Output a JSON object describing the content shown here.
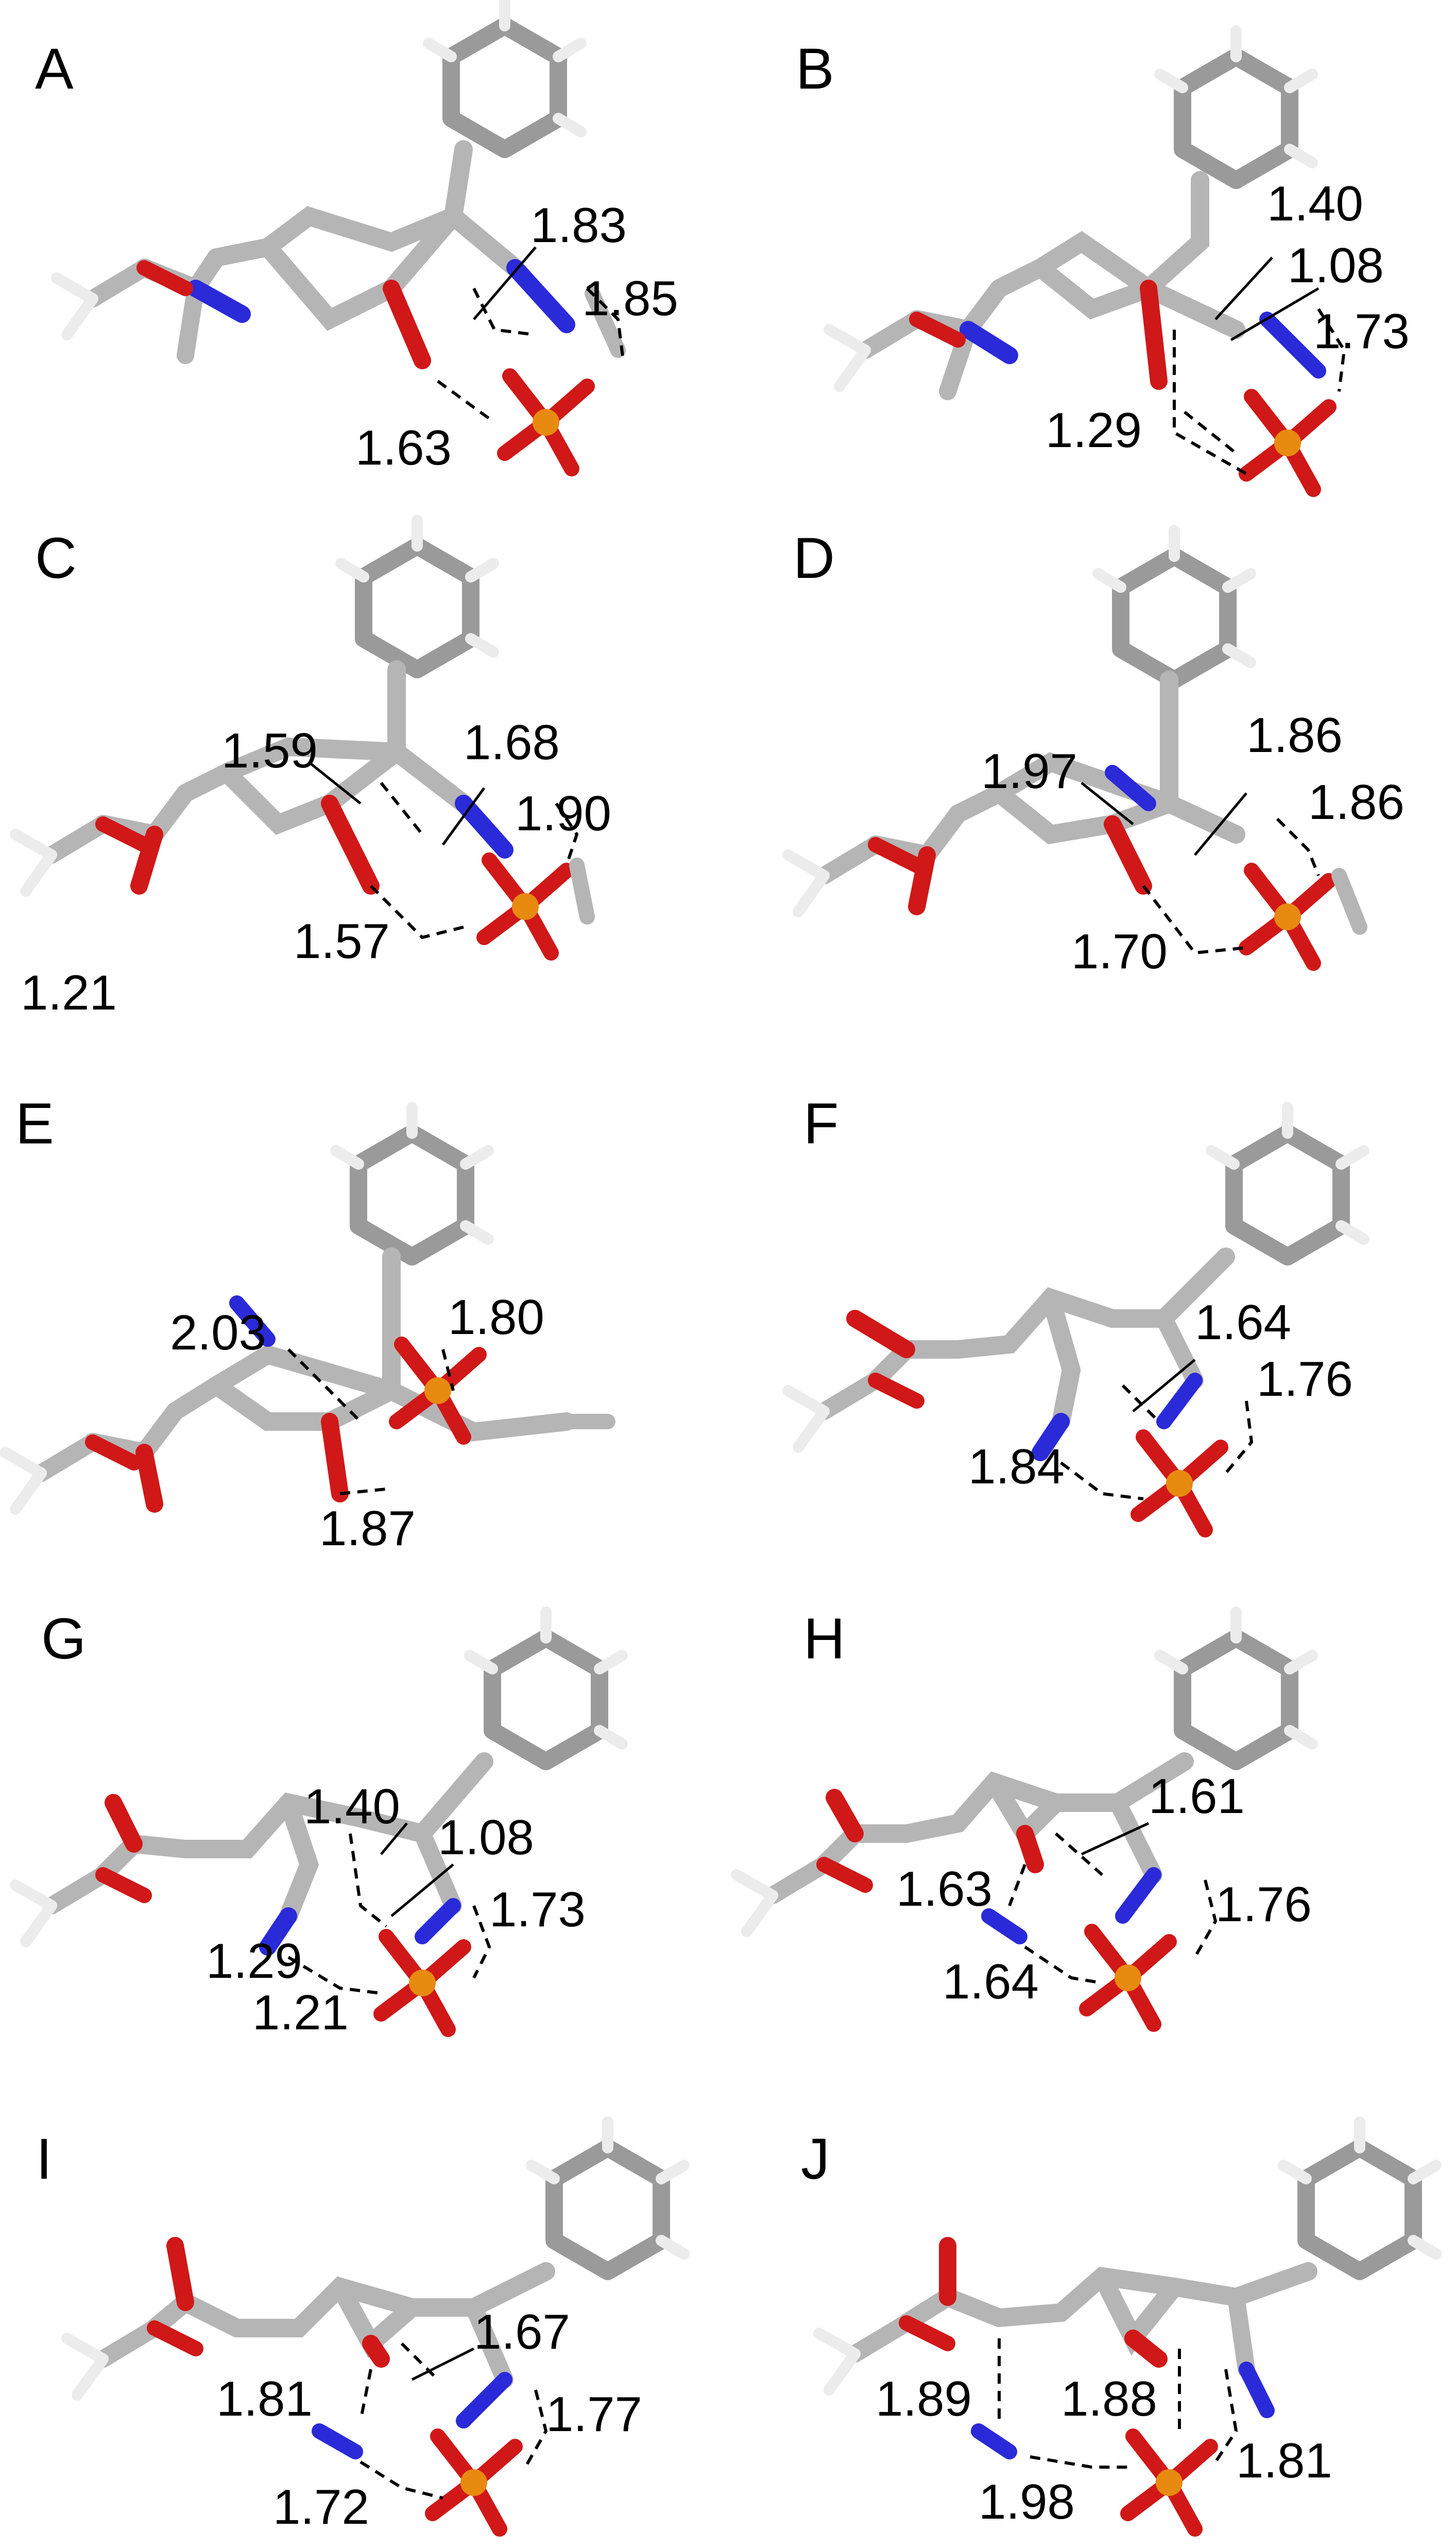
{
  "figure": {
    "panels": [
      {
        "id": "A",
        "label": "A",
        "distances": [
          "1.83",
          "1.85",
          "1.63"
        ]
      },
      {
        "id": "B",
        "label": "B",
        "distances": [
          "1.40",
          "1.08",
          "1.73",
          "1.29"
        ]
      },
      {
        "id": "C",
        "label": "C",
        "distances": [
          "1.59",
          "1.68",
          "1.90",
          "1.57",
          "1.21"
        ]
      },
      {
        "id": "D",
        "label": "D",
        "distances": [
          "1.97",
          "1.86",
          "1.86",
          "1.70"
        ]
      },
      {
        "id": "E",
        "label": "E",
        "distances": [
          "2.03",
          "1.80",
          "1.87"
        ]
      },
      {
        "id": "F",
        "label": "F",
        "distances": [
          "1.64",
          "1.76",
          "1.84"
        ]
      },
      {
        "id": "G",
        "label": "G",
        "distances": [
          "1.40",
          "1.08",
          "1.73",
          "1.29",
          "1.21"
        ]
      },
      {
        "id": "H",
        "label": "H",
        "distances": [
          "1.61",
          "1.63",
          "1.76",
          "1.64"
        ]
      },
      {
        "id": "I",
        "label": "I",
        "distances": [
          "1.67",
          "1.81",
          "1.77",
          "1.72"
        ]
      },
      {
        "id": "J",
        "label": "J",
        "distances": [
          "1.89",
          "1.88",
          "1.81",
          "1.98"
        ]
      }
    ],
    "atom_colors": {
      "carbon": "#b5b5b5",
      "hydrogen": "#eeeeee",
      "nitrogen": "#2a2ad8",
      "oxygen": "#e01010",
      "phosphorus": "#e88a10"
    }
  }
}
